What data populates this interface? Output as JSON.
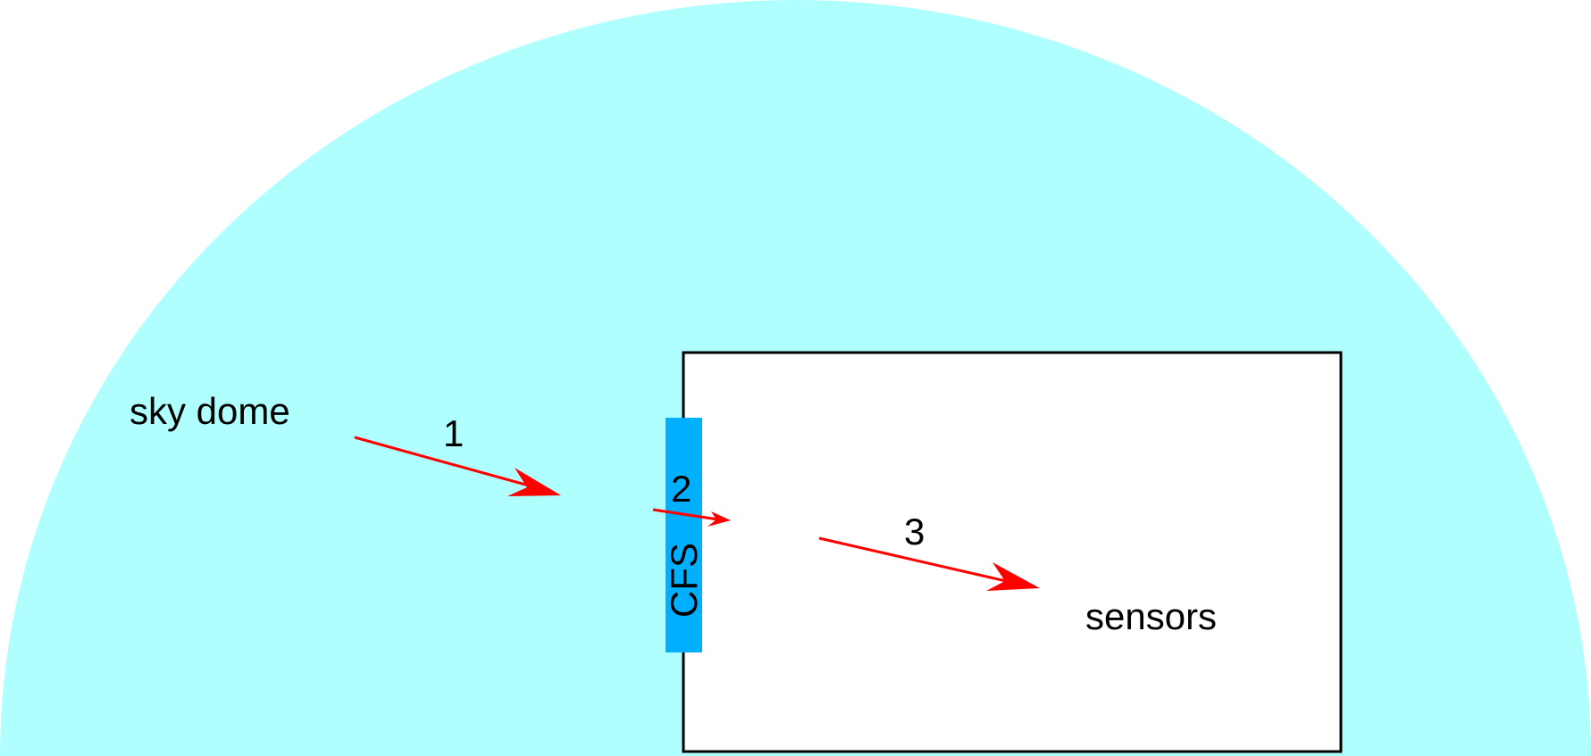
{
  "diagram": {
    "labels": {
      "sky_dome": "sky dome",
      "cfs": "CFS",
      "sensors": "sensors",
      "step_1": "1",
      "step_2": "2",
      "step_3": "3"
    },
    "colors": {
      "sky_dome_fill": "#b0ffff",
      "cfs_fill": "#00b0ff",
      "room_stroke": "#000000",
      "room_fill": "#ffffff",
      "arrow": "#ff0000",
      "text": "#000000"
    }
  }
}
